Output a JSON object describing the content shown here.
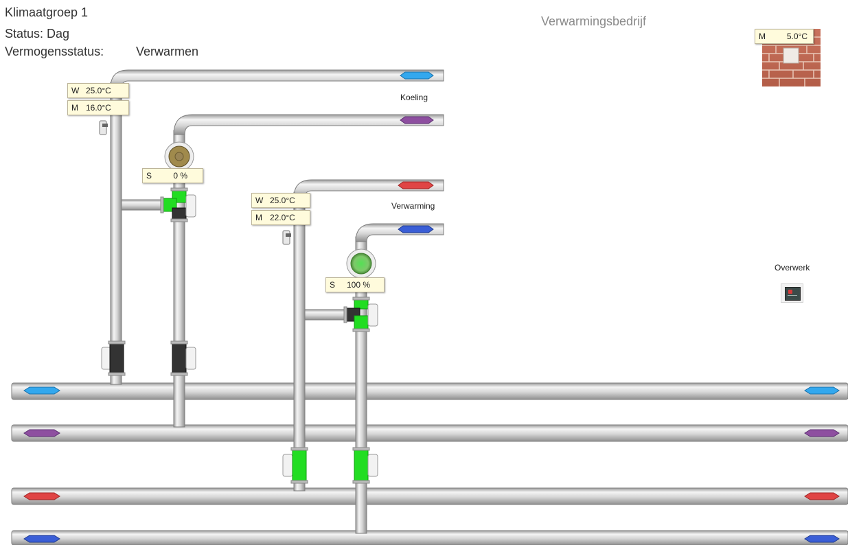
{
  "header": {
    "group_title": "Klimaatgroep 1",
    "status_text": "Status: Dag",
    "power_status_label": "Vermogensstatus:",
    "power_status_value": "Verwarmen"
  },
  "company_title": "Verwarmingsbedrijf",
  "outdoor": {
    "key": "M",
    "value": "5.0°C"
  },
  "cooling_circuit": {
    "label": "Koeling",
    "setpoint": {
      "key": "W",
      "value": "25.0°C"
    },
    "measured": {
      "key": "M",
      "value": "16.0°C"
    },
    "pump": {
      "key": "S",
      "value": "0 %",
      "speed_fraction": 0.0
    }
  },
  "heating_circuit": {
    "label": "Verwarming",
    "setpoint": {
      "key": "W",
      "value": "25.0°C"
    },
    "measured": {
      "key": "M",
      "value": "22.0°C"
    },
    "pump": {
      "key": "S",
      "value": "100 %",
      "speed_fraction": 1.0
    }
  },
  "overwork": {
    "label": "Overwerk",
    "icon": "thermostat-icon"
  },
  "colors": {
    "active": "#22dd22",
    "inactive": "#333333",
    "cold_supply": "#33a8ee",
    "cold_return": "#8e4fa0",
    "hot_supply": "#e04545",
    "hot_return": "#3a5ed6",
    "brick": "#c06a55"
  }
}
